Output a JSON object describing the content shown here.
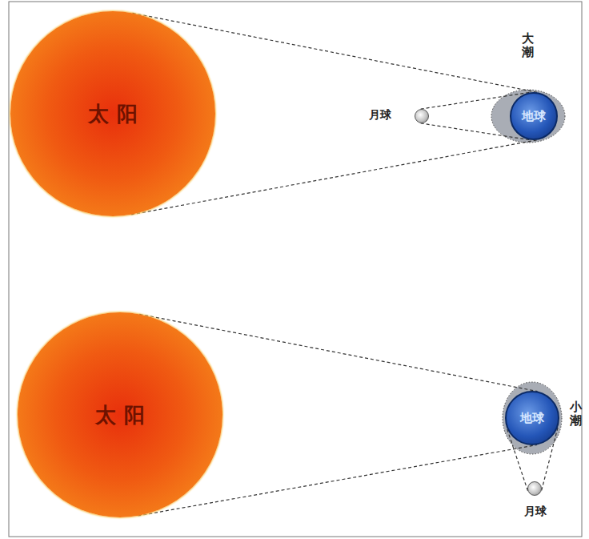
{
  "diagram": {
    "nodes": [
      {
        "text": [
          "太 阳"
        ]
      },
      {
        "text": [
          "月球"
        ]
      },
      {
        "text": [
          "地球"
        ]
      },
      {
        "text": [
          "太 阳"
        ]
      },
      {
        "text": [
          "地球"
        ]
      },
      {
        "text": [
          "月球"
        ]
      }
    ],
    "edges": [
      {
        "from": 0,
        "to": 2,
        "arrow": "none"
      },
      {
        "from": 1,
        "to": 2,
        "arrow": "none"
      },
      {
        "from": 3,
        "to": 4,
        "arrow": "none"
      },
      {
        "from": 5,
        "to": 4,
        "arrow": "none"
      }
    ],
    "labels": [
      "大潮",
      "小潮"
    ]
  }
}
